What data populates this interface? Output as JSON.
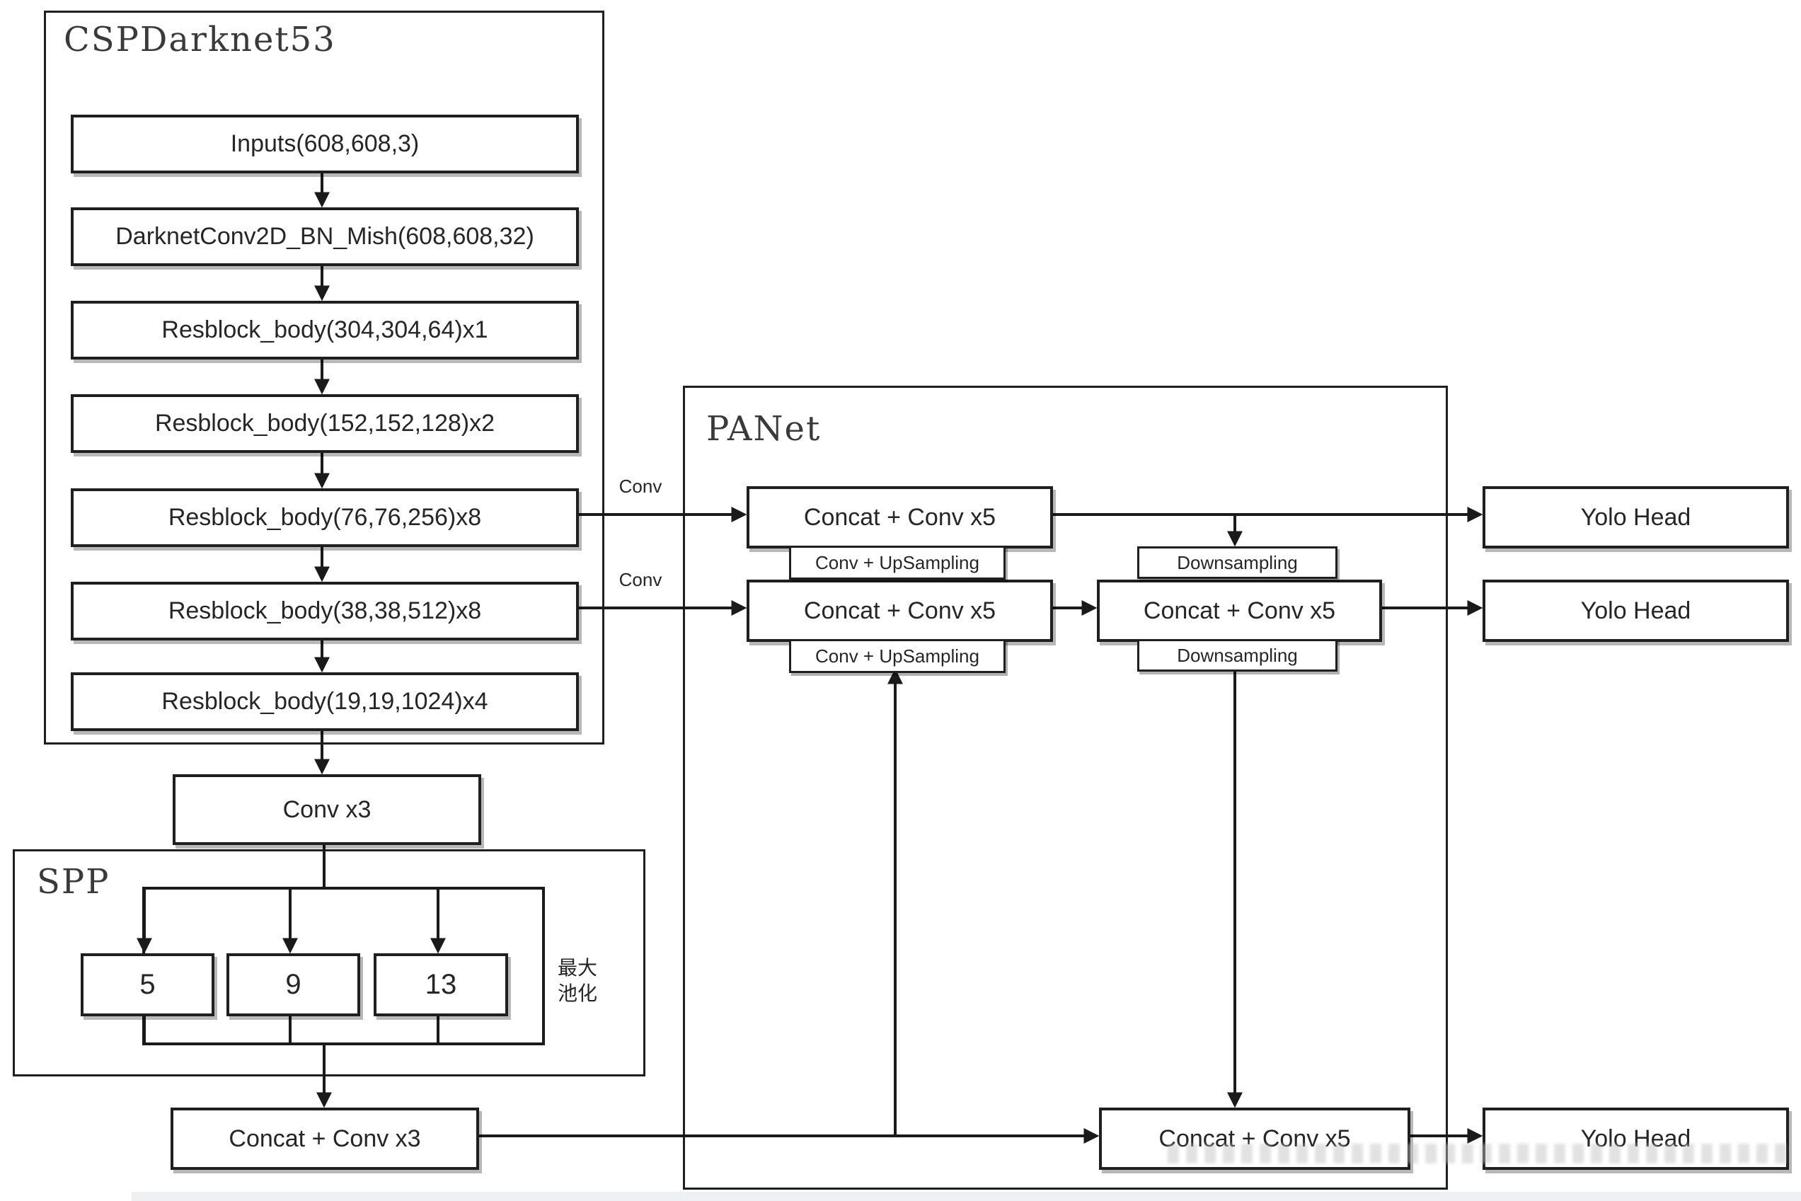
{
  "backbone": {
    "title": "CSPDarknet53",
    "layers": [
      "Inputs(608,608,3)",
      "DarknetConv2D_BN_Mish(608,608,32)",
      "Resblock_body(304,304,64)x1",
      "Resblock_body(152,152,128)x2",
      "Resblock_body(76,76,256)x8",
      "Resblock_body(38,38,512)x8",
      "Resblock_body(19,19,1024)x4"
    ],
    "conv3_label": "Conv x3"
  },
  "spp": {
    "title": "SPP",
    "pool_sizes": [
      "5",
      "9",
      "13"
    ],
    "note": "最大\n池化",
    "concat_label": "Concat + Conv x3"
  },
  "panet": {
    "title": "PANet",
    "concat_conv5_label": "Concat + Conv x5",
    "conv_upsampling_label": "Conv + UpSampling",
    "downsampling_label": "Downsampling"
  },
  "heads": {
    "label": "Yolo Head"
  },
  "edges": {
    "conv_label": "Conv"
  },
  "colors": {
    "line": "#1a1a1a",
    "box_border": "#1f1f1f",
    "background": "#ffffff"
  }
}
